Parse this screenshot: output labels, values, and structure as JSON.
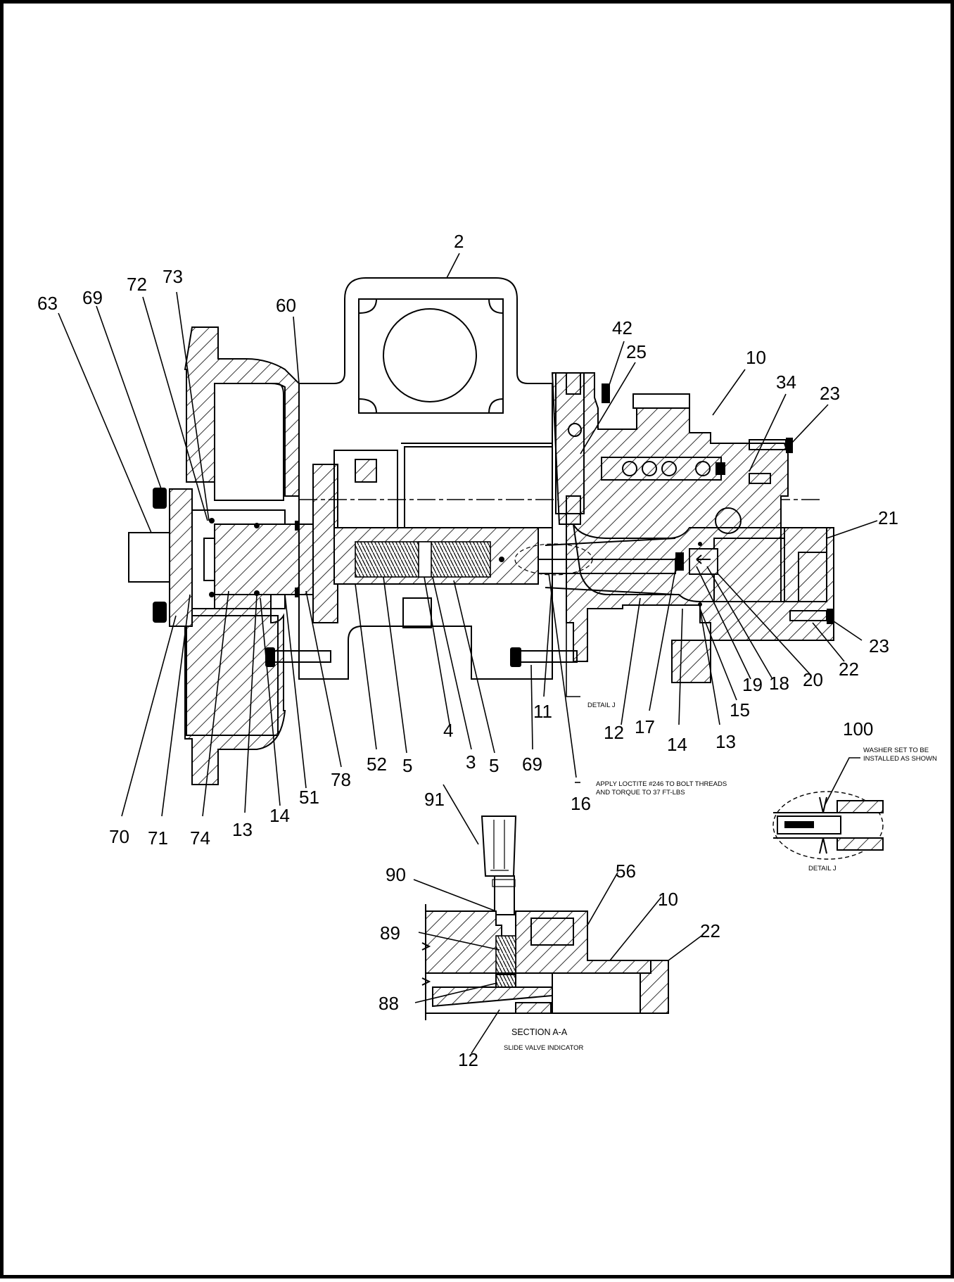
{
  "callouts": {
    "c2": "2",
    "c60": "60",
    "c42": "42",
    "c25": "25",
    "c10a": "10",
    "c34": "34",
    "c23a": "23",
    "c21": "21",
    "c23b": "23",
    "c22a": "22",
    "c20": "20",
    "c18": "18",
    "c19": "19",
    "c15": "15",
    "c13b": "13",
    "c14b": "14",
    "c17": "17",
    "c12a": "12",
    "c11": "11",
    "c16": "16",
    "c69b": "69",
    "c5b": "5",
    "c3": "3",
    "c4": "4",
    "c5a": "5",
    "c52": "52",
    "c78": "78",
    "c51": "51",
    "c14a": "14",
    "c13a": "13",
    "c74": "74",
    "c71": "71",
    "c70": "70",
    "c63": "63",
    "c69a": "69",
    "c72": "72",
    "c73": "73",
    "c100": "100",
    "c91": "91",
    "c90": "90",
    "c89": "89",
    "c88": "88",
    "c56": "56",
    "c10b": "10",
    "c22b": "22",
    "c12b": "12"
  },
  "notes": {
    "detail_j_tag": "DETAIL J",
    "loctite_line1": "APPLY LOCTITE #246 TO BOLT THREADS",
    "loctite_line2": "AND TORQUE TO 37 FT-LBS",
    "washer_line1": "WASHER SET TO BE",
    "washer_line2": "INSTALLED AS SHOWN",
    "detail_j_caption": "DETAIL J",
    "section_title": "SECTION A-A",
    "section_subtitle": "SLIDE VALVE INDICATOR"
  }
}
